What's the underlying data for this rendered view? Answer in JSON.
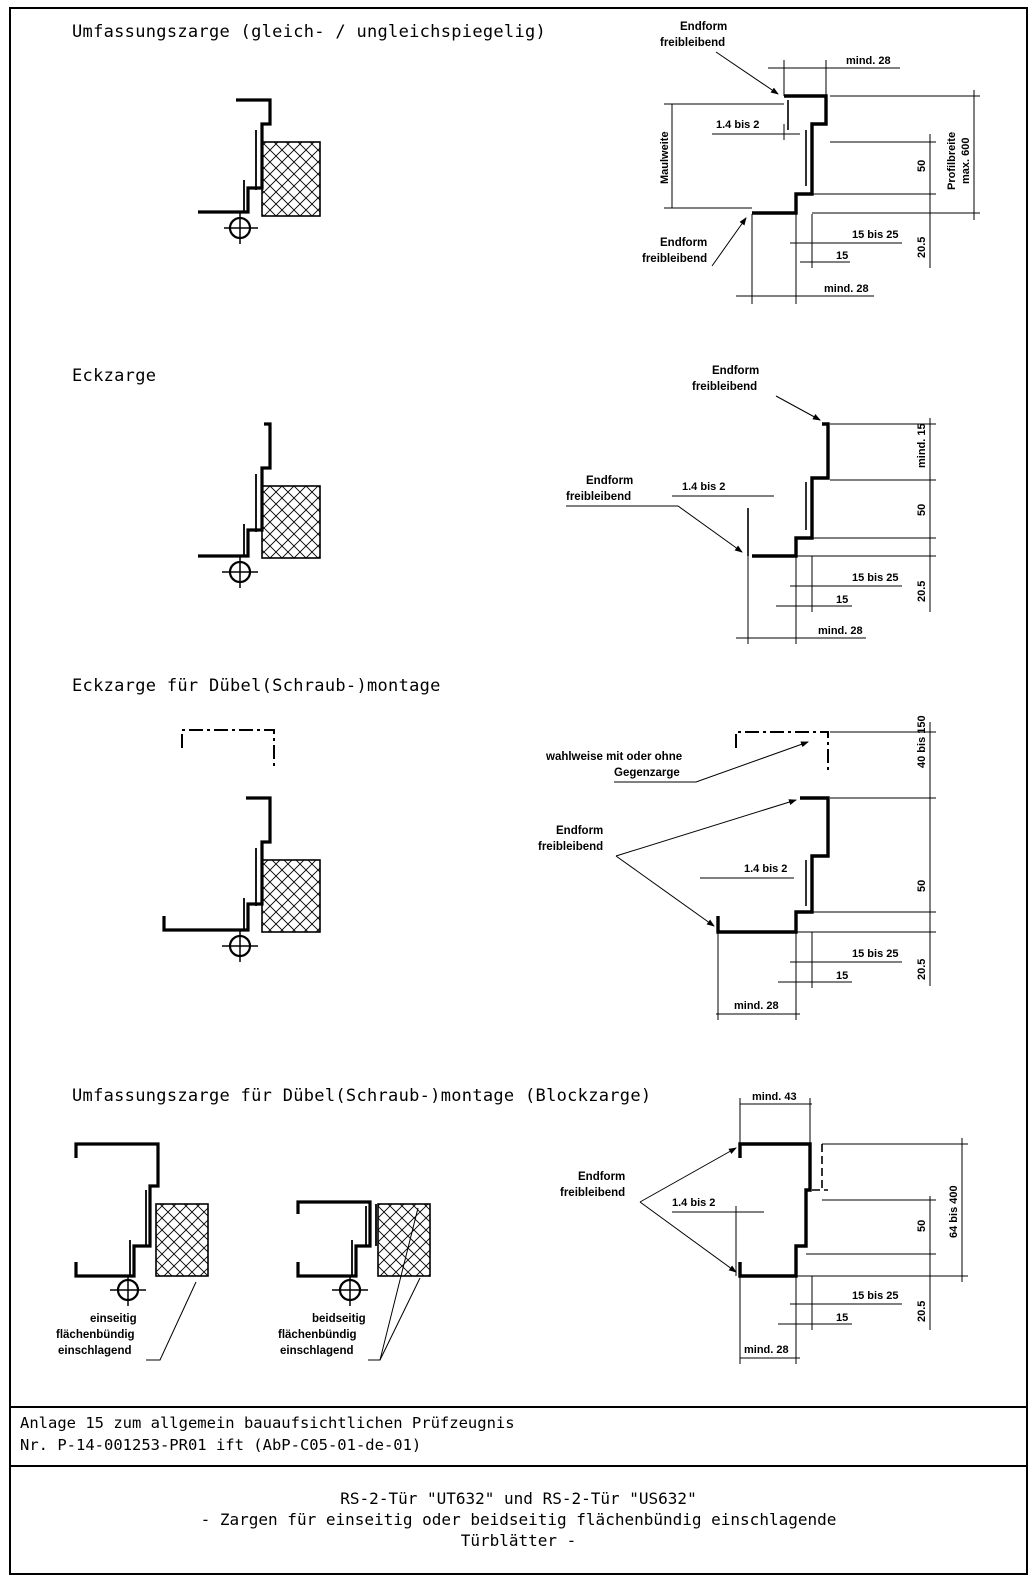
{
  "sections": [
    {
      "title": "Umfassungszarge (gleich- / ungleichspiegelig)"
    },
    {
      "title": "Eckzarge"
    },
    {
      "title": "Eckzarge für Dübel(Schraub-)montage"
    },
    {
      "title": "Umfassungszarge für Dübel(Schraub-)montage (Blockzarge)"
    }
  ],
  "labels": {
    "endform_1": "Endform",
    "endform_2": "freibleibend",
    "maulweite": "Maulweite",
    "profilbreite_1": "Profilbreite",
    "profilbreite_2": "max. 600",
    "wahlweise_1": "wahlweise mit oder ohne",
    "wahlweise_2": "Gegenzarge",
    "einseitig_1": "einseitig",
    "einseitig_2": "flächenbündig",
    "einseitig_3": "einschlagend",
    "beidseitig_1": "beidseitig",
    "beidseitig_2": "flächenbündig",
    "beidseitig_3": "einschlagend"
  },
  "dims": {
    "mind28": "mind. 28",
    "tol": "1.4 bis 2",
    "fifty": "50",
    "range15_25": "15 bis 25",
    "fifteen": "15",
    "twenty05": "20.5",
    "mind15": "mind. 15",
    "forty150": "40 bis 150",
    "mind43": "mind. 43",
    "sixtyfour400": "64 bis 400"
  },
  "footer": {
    "anlage_line1": "Anlage 15 zum allgemein bauaufsichtlichen Prüfzeugnis",
    "anlage_line2": "Nr. P-14-001253-PR01 ift   (AbP-C05-01-de-01)",
    "title_line1": "RS-2-Tür \"UT632\" und RS-2-Tür \"US632\"",
    "title_line2": "- Zargen für einseitig oder beidseitig flächenbündig einschlagende",
    "title_line3": "Türblätter -"
  }
}
